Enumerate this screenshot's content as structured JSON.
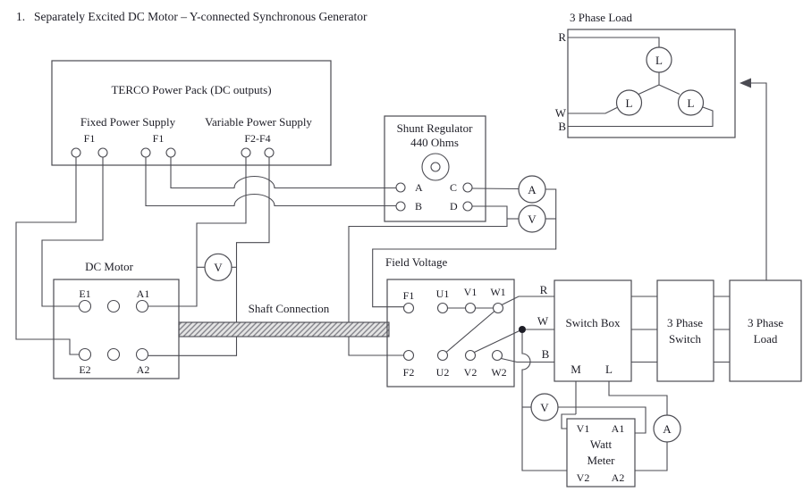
{
  "colors": {
    "ink": "#4b4b52",
    "text": "#1d1d26",
    "hatch_fill": "#e4e4e4",
    "hatch_stroke": "#85858c"
  },
  "heading": {
    "number": "1.",
    "title": "Separately Excited DC Motor – Y-connected Synchronous Generator"
  },
  "power_pack": {
    "title": "TERCO Power Pack (DC outputs)",
    "fixed_supply_label": "Fixed Power Supply",
    "variable_supply_label": "Variable Power Supply",
    "fixed_terminal_label_1": "F1",
    "fixed_terminal_label_2": "F1",
    "variable_terminal_label": "F2-F4"
  },
  "shunt_regulator": {
    "name_line1": "Shunt Regulator",
    "name_line2": "440 Ohms",
    "terminal_a": "A",
    "terminal_b": "B",
    "terminal_c": "C",
    "terminal_d": "D"
  },
  "field_meters": {
    "ammeter": "A",
    "voltmeter": "V"
  },
  "armature_voltmeter": "V",
  "dc_motor": {
    "label": "DC Motor",
    "terminal_e1": "E1",
    "terminal_a1": "A1",
    "terminal_e2": "E2",
    "terminal_a2": "A2"
  },
  "shaft": {
    "label": "Shaft Connection"
  },
  "field_voltage": {
    "label": "Field Voltage",
    "f1": "F1",
    "u1": "U1",
    "v1": "V1",
    "w1": "W1",
    "f2": "F2",
    "u2": "U2",
    "v2": "V2",
    "w2": "W2"
  },
  "phase_lines": {
    "r": "R",
    "w": "W",
    "b": "B"
  },
  "switch_box": {
    "label": "Switch Box",
    "m": "M",
    "l": "L"
  },
  "three_phase_switch": {
    "line1": "3 Phase",
    "line2": "Switch"
  },
  "three_phase_load_box": {
    "line1": "3 Phase",
    "line2": "Load"
  },
  "top_load": {
    "title": "3 Phase Load",
    "r": "R",
    "w": "W",
    "b": "B",
    "l_top": "L",
    "l_left": "L",
    "l_right": "L"
  },
  "line_meters": {
    "voltmeter": "V",
    "ammeter": "A"
  },
  "watt_meter": {
    "v1": "V1",
    "a1": "A1",
    "name_line1": "Watt",
    "name_line2": "Meter",
    "v2": "V2",
    "a2": "A2"
  }
}
